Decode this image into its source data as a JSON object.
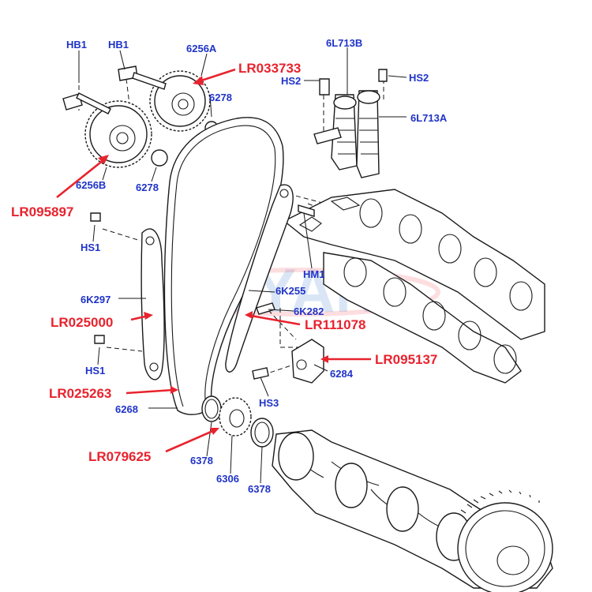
{
  "watermark": "DEYAN",
  "colors": {
    "label_blue": "#1f33c8",
    "label_red": "#e8232e",
    "line": "#1a1a1a",
    "watermark": "#5a8fd6"
  },
  "labels": {
    "hb1_a": "HB1",
    "hb1_b": "HB1",
    "c6256a": "6256A",
    "lr033733": "LR033733",
    "c6278_a": "6278",
    "c6256b": "6256B",
    "c6278_b": "6278",
    "lr095897": "LR095897",
    "c6l713b": "6L713B",
    "hs2_a": "HS2",
    "hs2_b": "HS2",
    "c6l713a": "6L713A",
    "hs1_a": "HS1",
    "hm1": "HM1",
    "c6k297": "6K297",
    "c6k255": "6K255",
    "lr025000": "LR025000",
    "c6k282": "6K282",
    "lr111078": "LR111078",
    "hs1_b": "HS1",
    "lr095137": "LR095137",
    "c6284": "6284",
    "lr025263": "LR025263",
    "hs3": "HS3",
    "c6268": "6268",
    "lr079625": "LR079625",
    "c6378_a": "6378",
    "c6306": "6306",
    "c6378_b": "6378"
  }
}
